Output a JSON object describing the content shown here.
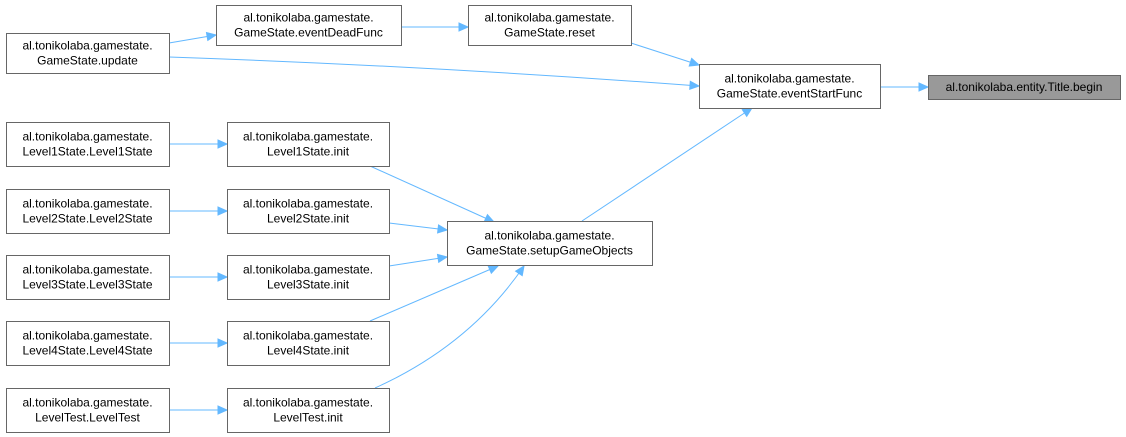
{
  "nodes": [
    {
      "id": "update",
      "lines": [
        "al.tonikolaba.gamestate.",
        "GameState.update"
      ]
    },
    {
      "id": "eventDeadFunc",
      "lines": [
        "al.tonikolaba.gamestate.",
        "GameState.eventDeadFunc"
      ]
    },
    {
      "id": "reset",
      "lines": [
        "al.tonikolaba.gamestate.",
        "GameState.reset"
      ]
    },
    {
      "id": "eventStartFunc",
      "lines": [
        "al.tonikolaba.gamestate.",
        "GameState.eventStartFunc"
      ]
    },
    {
      "id": "titleBegin",
      "lines": [
        "al.tonikolaba.entity.Title.begin"
      ],
      "root": true
    },
    {
      "id": "l1ctor",
      "lines": [
        "al.tonikolaba.gamestate.",
        "Level1State.Level1State"
      ]
    },
    {
      "id": "l1init",
      "lines": [
        "al.tonikolaba.gamestate.",
        "Level1State.init"
      ]
    },
    {
      "id": "l2ctor",
      "lines": [
        "al.tonikolaba.gamestate.",
        "Level2State.Level2State"
      ]
    },
    {
      "id": "l2init",
      "lines": [
        "al.tonikolaba.gamestate.",
        "Level2State.init"
      ]
    },
    {
      "id": "setup",
      "lines": [
        "al.tonikolaba.gamestate.",
        "GameState.setupGameObjects"
      ]
    },
    {
      "id": "l3ctor",
      "lines": [
        "al.tonikolaba.gamestate.",
        "Level3State.Level3State"
      ]
    },
    {
      "id": "l3init",
      "lines": [
        "al.tonikolaba.gamestate.",
        "Level3State.init"
      ]
    },
    {
      "id": "l4ctor",
      "lines": [
        "al.tonikolaba.gamestate.",
        "Level4State.Level4State"
      ]
    },
    {
      "id": "l4init",
      "lines": [
        "al.tonikolaba.gamestate.",
        "Level4State.init"
      ]
    },
    {
      "id": "ltctor",
      "lines": [
        "al.tonikolaba.gamestate.",
        "LevelTest.LevelTest"
      ]
    },
    {
      "id": "ltinit",
      "lines": [
        "al.tonikolaba.gamestate.",
        "LevelTest.init"
      ]
    }
  ],
  "edges": [
    {
      "from": "update",
      "to": "eventDeadFunc"
    },
    {
      "from": "eventDeadFunc",
      "to": "reset"
    },
    {
      "from": "reset",
      "to": "eventStartFunc"
    },
    {
      "from": "update",
      "to": "eventStartFunc"
    },
    {
      "from": "eventStartFunc",
      "to": "titleBegin"
    },
    {
      "from": "l1ctor",
      "to": "l1init"
    },
    {
      "from": "l2ctor",
      "to": "l2init"
    },
    {
      "from": "l3ctor",
      "to": "l3init"
    },
    {
      "from": "l4ctor",
      "to": "l4init"
    },
    {
      "from": "ltctor",
      "to": "ltinit"
    },
    {
      "from": "l1init",
      "to": "setup"
    },
    {
      "from": "l2init",
      "to": "setup"
    },
    {
      "from": "l3init",
      "to": "setup"
    },
    {
      "from": "l4init",
      "to": "setup"
    },
    {
      "from": "ltinit",
      "to": "setup"
    },
    {
      "from": "setup",
      "to": "eventStartFunc"
    }
  ],
  "colors": {
    "edge": "#63b8ff",
    "node_border": "#666666",
    "node_fill": "#ffffff",
    "root_fill": "#999999"
  }
}
